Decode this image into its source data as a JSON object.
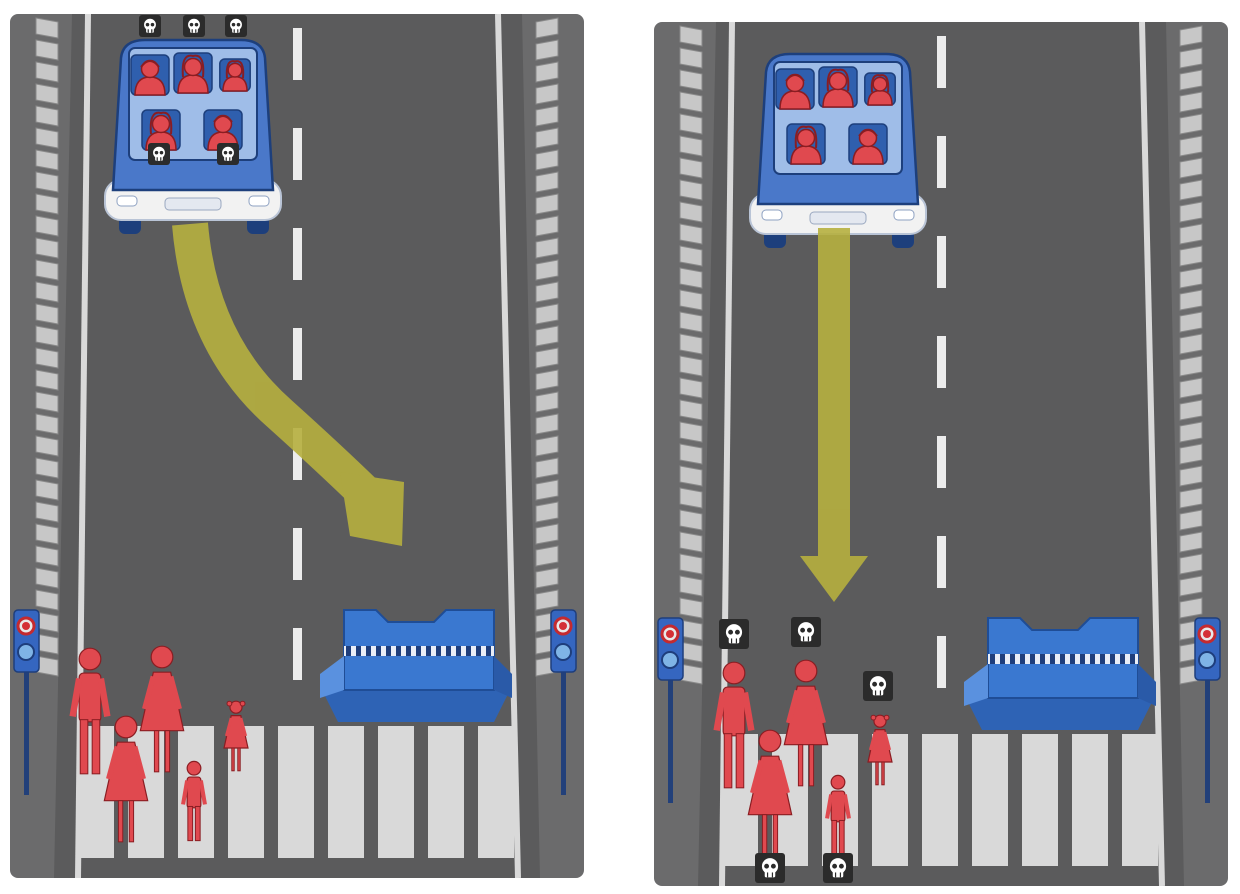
{
  "scenarios": [
    {
      "id": "left",
      "outcome": "swerve",
      "road_color": "#5b5b5c",
      "victims": "passengers",
      "passengers_killed": 5,
      "pedestrians_killed": 0
    },
    {
      "id": "right",
      "outcome": "straight",
      "road_color": "#5b5b5c",
      "victims": "pedestrians",
      "passengers_killed": 0,
      "pedestrians_killed": 5
    }
  ],
  "colors": {
    "road": "#5b5b5c",
    "car_body": "#4a78c9",
    "car_glass": "#9fbde8",
    "person": "#e0494f",
    "arrow": "#b6b03f",
    "barrier": "#3a78d0",
    "skull_bg": "#2b2b2b"
  },
  "icons": {
    "death_marker": "skull-icon",
    "traffic_signal": "traffic-light-icon",
    "pedestrian": "pedestrian-icon"
  }
}
